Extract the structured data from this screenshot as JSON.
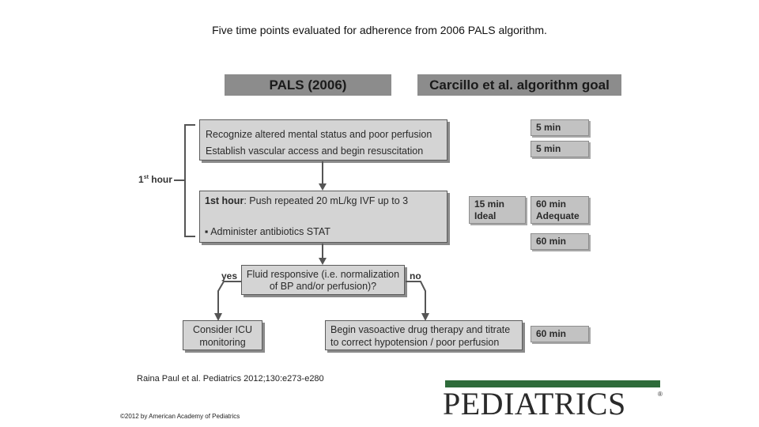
{
  "title": "Five time points evaluated for adherence from 2006 PALS algorithm.",
  "headers": {
    "left": "PALS (2006)",
    "right": "Carcillo et al. algorithm goal"
  },
  "first_hour_label": {
    "main": "1",
    "sup": "st",
    "tail": " hour"
  },
  "step1": {
    "line1": "Recognize altered mental status and poor perfusion",
    "line2": "Establish  vascular access and begin resuscitation"
  },
  "step2": {
    "bold": "1st hour",
    "rest": ": Push repeated 20 mL/kg IVF up to 3",
    "bullet": "▪ Administer antibiotics  STAT"
  },
  "decision": {
    "line1": "Fluid responsive (i.e. normalization",
    "line2": "of BP and/or perfusion)?",
    "yes": "yes",
    "no": "no"
  },
  "outcome_yes": {
    "line1": "Consider ICU",
    "line2": "monitoring"
  },
  "outcome_no": {
    "line1": "Begin vasoactive drug therapy and titrate",
    "line2": "to correct hypotension / poor perfusion"
  },
  "timing": {
    "t1": "5 min",
    "t2": "5 min",
    "ideal": {
      "line1": "15 min",
      "line2": "Ideal"
    },
    "adequate": {
      "line1": "60 min",
      "line2": "Adequate"
    },
    "t4": "60 min",
    "t5": "60 min"
  },
  "citation": "Raina Paul et al. Pediatrics 2012;130:e273-e280",
  "copyright": "©2012 by American Academy of Pediatrics",
  "logo": {
    "text": "PEDIATRICS",
    "reg": "®"
  }
}
